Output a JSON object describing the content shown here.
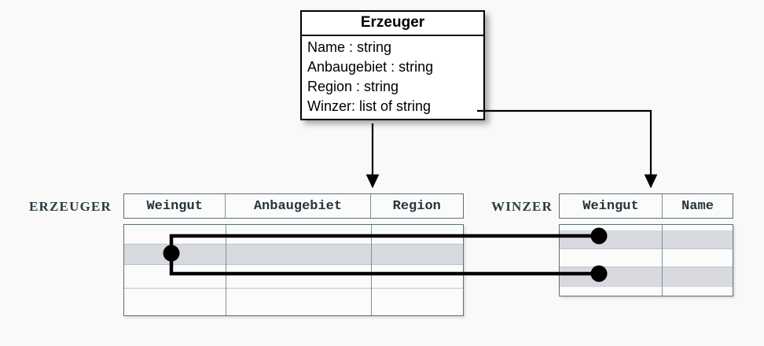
{
  "diagram": {
    "title": "Erzeuger",
    "uml_class": {
      "name": "Erzeuger",
      "attributes": [
        "Name : string",
        "Anbaugebiet : string",
        "Region : string",
        "Winzer: list of string"
      ]
    },
    "tables": [
      {
        "label": "ERZEUGER",
        "columns": [
          "Weingut",
          "Anbaugebiet",
          "Region"
        ],
        "row_count": 4,
        "highlighted_rows": [
          2
        ]
      },
      {
        "label": "WINZER",
        "columns": [
          "Weingut",
          "Name"
        ],
        "row_count": 3,
        "highlighted_rows": [
          1,
          3
        ]
      }
    ],
    "connectors": [
      {
        "name": "erzeuger-mapping-arrow",
        "from": "Erzeuger class",
        "to": "ERZEUGER table"
      },
      {
        "name": "winzer-mapping-arrow",
        "from": "Winzer: list of string",
        "to": "WINZER table"
      },
      {
        "name": "row-link-bracket",
        "from": "ERZEUGER row 2",
        "to": "WINZER rows 1 and 3"
      }
    ],
    "colors": {
      "background": "#f9f9f9",
      "class_border": "#000000",
      "table_border": "#5d7077",
      "row_highlight": "#d8d9de",
      "connector": "#000000",
      "label_text": "#2b3a40"
    }
  }
}
